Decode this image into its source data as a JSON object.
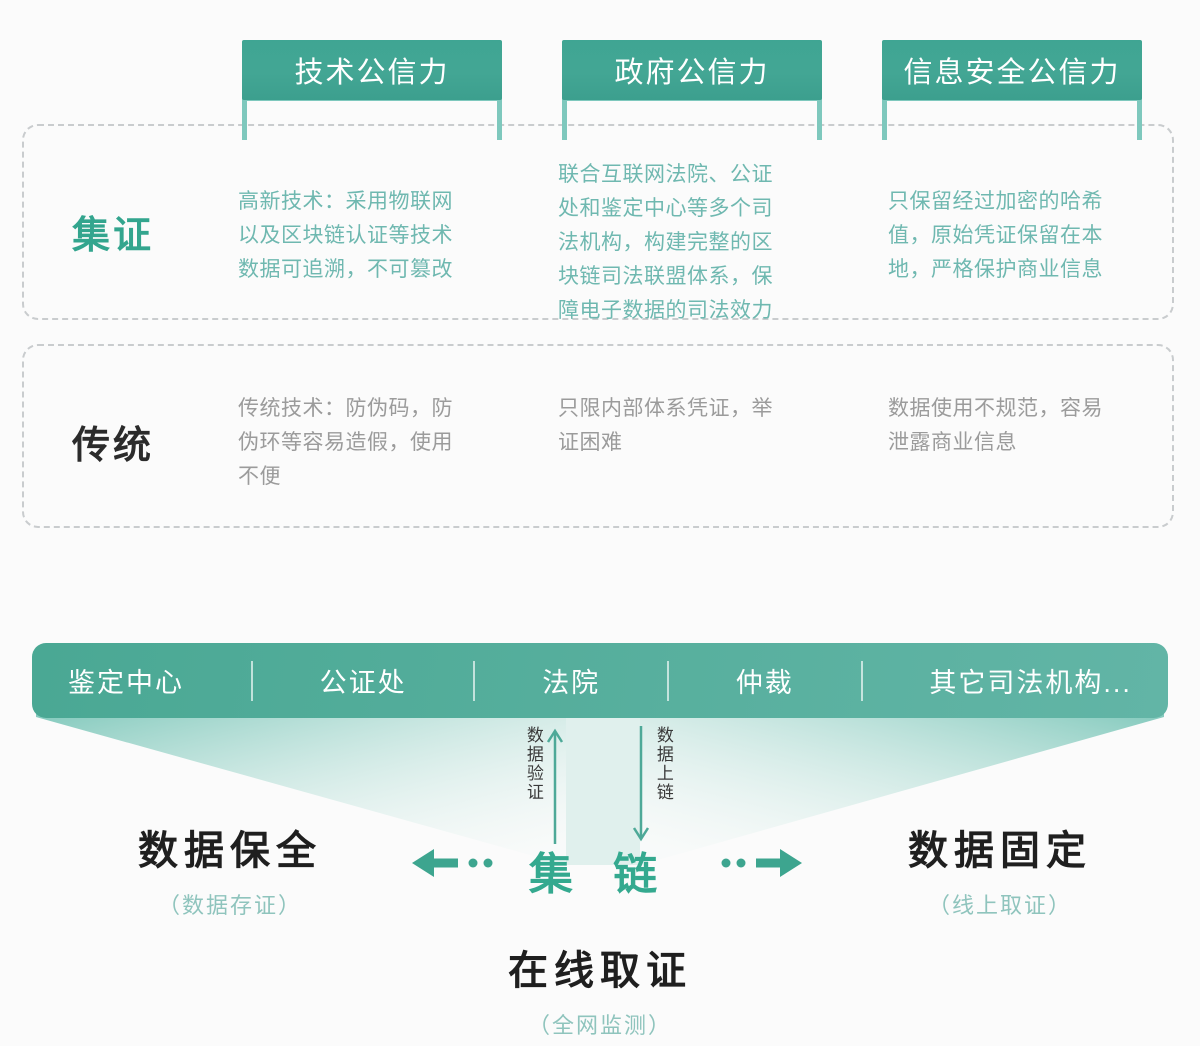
{
  "colors": {
    "brand_green": "#3fa593",
    "bar_green": "#55ae9c",
    "text_green": "#6fb8b0",
    "text_gray": "#9b9b9b",
    "sub_green": "#8fc4bd",
    "dash_border": "#c9ccce",
    "background": "#fbfbfb"
  },
  "tabs": [
    {
      "label": "技术公信力"
    },
    {
      "label": "政府公信力"
    },
    {
      "label": "信息安全公信力"
    }
  ],
  "rows": [
    {
      "label": "集证",
      "tone": "green",
      "cells": [
        "高新技术：采用物联网\n以及区块链认证等技术\n数据可追溯，不可篡改",
        "联合互联网法院、公证\n处和鉴定中心等多个司\n法机构，构建完整的区\n块链司法联盟体系，保\n障电子数据的司法效力",
        "只保留经过加密的哈希\n值，原始凭证保留在本\n地，严格保护商业信息"
      ]
    },
    {
      "label": "传统",
      "tone": "gray",
      "cells": [
        "传统技术：防伪码，防\n伪环等容易造假，使用\n不便",
        "只限内部体系凭证，举\n证困难",
        "数据使用不规范，容易\n泄露商业信息"
      ]
    }
  ],
  "institutions": [
    {
      "label": "鉴定中心"
    },
    {
      "label": "公证处"
    },
    {
      "label": "法院"
    },
    {
      "label": "仲裁"
    },
    {
      "label": "其它司法机构..."
    }
  ],
  "flows": [
    {
      "label": "数据验证",
      "direction": "up"
    },
    {
      "label": "数据上链",
      "direction": "down"
    }
  ],
  "bottom": {
    "left": {
      "title": "数据保全",
      "sub": "（数据存证）"
    },
    "center": {
      "title": "集 链"
    },
    "right": {
      "title": "数据固定",
      "sub": "（线上取证）"
    },
    "footer": {
      "title": "在线取证",
      "sub": "（全网监测）"
    },
    "arrow_left": "arrow-left-dashed",
    "arrow_right": "arrow-right-dashed"
  }
}
